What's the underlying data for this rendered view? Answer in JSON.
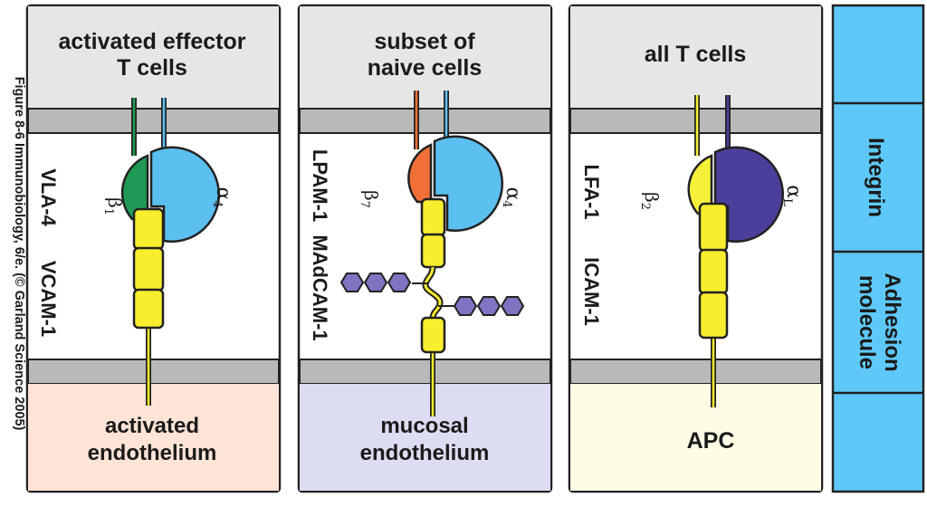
{
  "caption": "Figure 8-6 Immunobiology, 6/e. (© Garland Science 2005)",
  "side_legend": {
    "integrin_label": "Integrin",
    "adhesion_label": "Adhesion molecule"
  },
  "panels": [
    {
      "top_cell": "activated effector T cells",
      "bottom_cell": "activated endothelium",
      "integrin_name": "VLA-4",
      "adhesion_name": "VCAM-1",
      "beta_subunit": "β1",
      "alpha_subunit": "α4",
      "beta_color": "#1f9a55",
      "alpha_color": "#5bc0f0",
      "bottom_color": "#fde4d6"
    },
    {
      "top_cell": "subset of naive cells",
      "bottom_cell": "mucosal endothelium",
      "integrin_name": "LPAM-1",
      "adhesion_name": "MAdCAM-1",
      "beta_subunit": "β7",
      "alpha_subunit": "α4",
      "beta_color": "#f07038",
      "alpha_color": "#5bc0f0",
      "bottom_color": "#dcdcf2"
    },
    {
      "top_cell": "all T cells",
      "bottom_cell": "APC",
      "integrin_name": "LFA-1",
      "adhesion_name": "ICAM-1",
      "beta_subunit": "β2",
      "alpha_subunit": "αL",
      "beta_color": "#f5f03a",
      "alpha_color": "#4a3f9a",
      "bottom_color": "#fdfbe4"
    }
  ],
  "colors": {
    "membrane": "#b9b9b9",
    "cell_top": "#e6e6e6",
    "domain": "#f7ee2d",
    "glycan": "#7f73c2",
    "legend_blue": "#5ec8f8"
  }
}
